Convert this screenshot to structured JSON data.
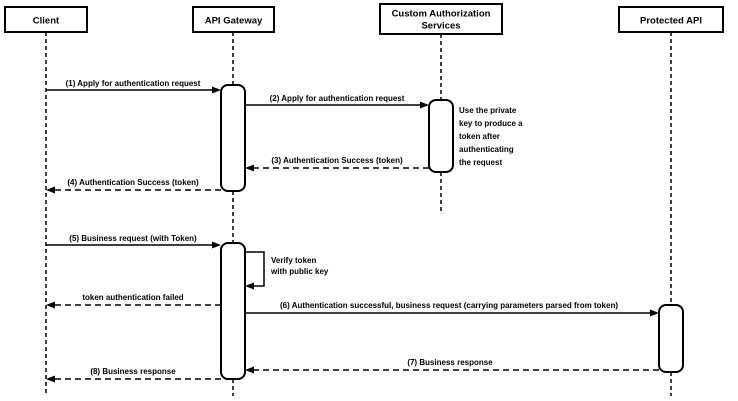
{
  "diagram_type": "uml-sequence-diagram",
  "colors": {
    "stroke": "#000000",
    "shape_fill": "#ffffff",
    "background": "#ffffff"
  },
  "participants": {
    "client": {
      "label": "Client"
    },
    "api_gateway": {
      "label": "API Gateway"
    },
    "custom_authorization_services": {
      "line1": "Custom Authorization",
      "line2": "Services"
    },
    "protected_api": {
      "label": "Protected API"
    }
  },
  "messages": {
    "m1": {
      "label": "(1) Apply for authentication request",
      "type": "solid-arrow",
      "from": "Client",
      "to": "API Gateway"
    },
    "m2": {
      "label": "(2) Apply for authentication request",
      "type": "solid-arrow",
      "from": "API Gateway",
      "to": "Custom Authorization Services"
    },
    "m3": {
      "label": "(3) Authentication Success (token)",
      "type": "dashed-arrow",
      "from": "Custom Authorization Services",
      "to": "API Gateway"
    },
    "m4": {
      "label": "(4) Authentication Success (token)",
      "type": "dashed-arrow",
      "from": "API Gateway",
      "to": "Client"
    },
    "m5": {
      "label": "(5) Business request (with Token)",
      "type": "solid-arrow",
      "from": "Client",
      "to": "API Gateway"
    },
    "self_verify": {
      "line1": "Verify token",
      "line2": "with public key",
      "type": "self-message",
      "on": "API Gateway"
    },
    "m_failed": {
      "label": "token authentication failed",
      "type": "dashed-arrow",
      "from": "API Gateway",
      "to": "Client"
    },
    "m6": {
      "label": "(6) Authentication successful, business request (carrying parameters parsed from token)",
      "type": "solid-arrow",
      "from": "API Gateway",
      "to": "Protected API"
    },
    "m7": {
      "label": "(7) Business response",
      "type": "dashed-arrow",
      "from": "Protected API",
      "to": "API Gateway"
    },
    "m8": {
      "label": "(8) Business response",
      "type": "dashed-arrow",
      "from": "API Gateway",
      "to": "Client"
    }
  },
  "note": {
    "line1": "Use the private",
    "line2": "key to produce a",
    "line3": "token after",
    "line4": "authenticating",
    "line5": "the request"
  }
}
